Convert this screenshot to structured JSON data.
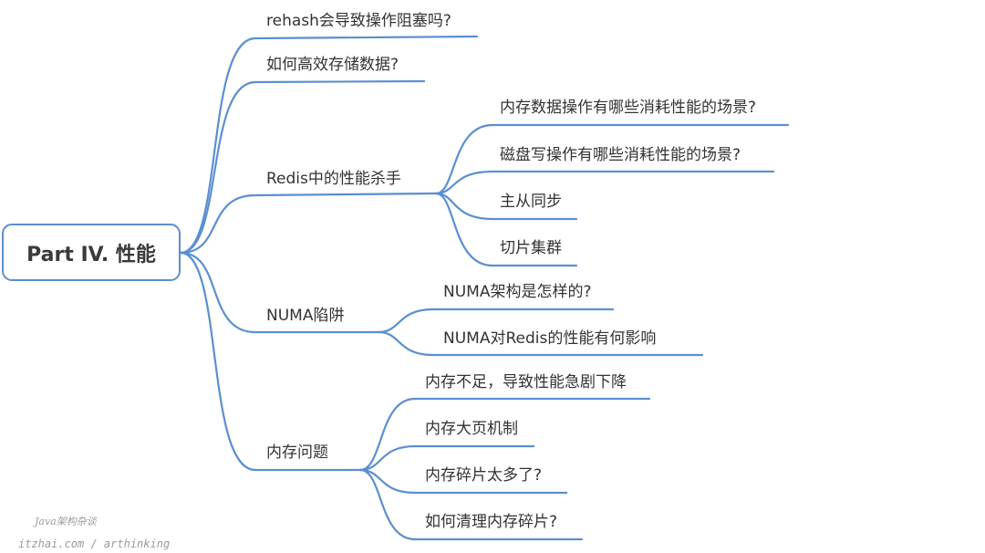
{
  "root": {
    "label": "Part IV. 性能"
  },
  "topics": {
    "rehash": "rehash会导致操作阻塞吗?",
    "storage": "如何高效存储数据?",
    "killers": {
      "label": "Redis中的性能杀手",
      "children": [
        "内存数据操作有哪些消耗性能的场景?",
        "磁盘写操作有哪些消耗性能的场景?",
        "主从同步",
        "切片集群"
      ]
    },
    "numa": {
      "label": "NUMA陷阱",
      "children": [
        "NUMA架构是怎样的?",
        "NUMA对Redis的性能有何影响"
      ]
    },
    "memory": {
      "label": "内存问题",
      "children": [
        "内存不足，导致性能急剧下降",
        "内存大页机制",
        "内存碎片太多了?",
        "如何清理内存碎片?"
      ]
    }
  },
  "watermark": {
    "line1": "Java架构杂谈",
    "line2": "itzhai.com / arthinking"
  },
  "colors": {
    "line": "#5b8fd1",
    "text": "#333333"
  }
}
